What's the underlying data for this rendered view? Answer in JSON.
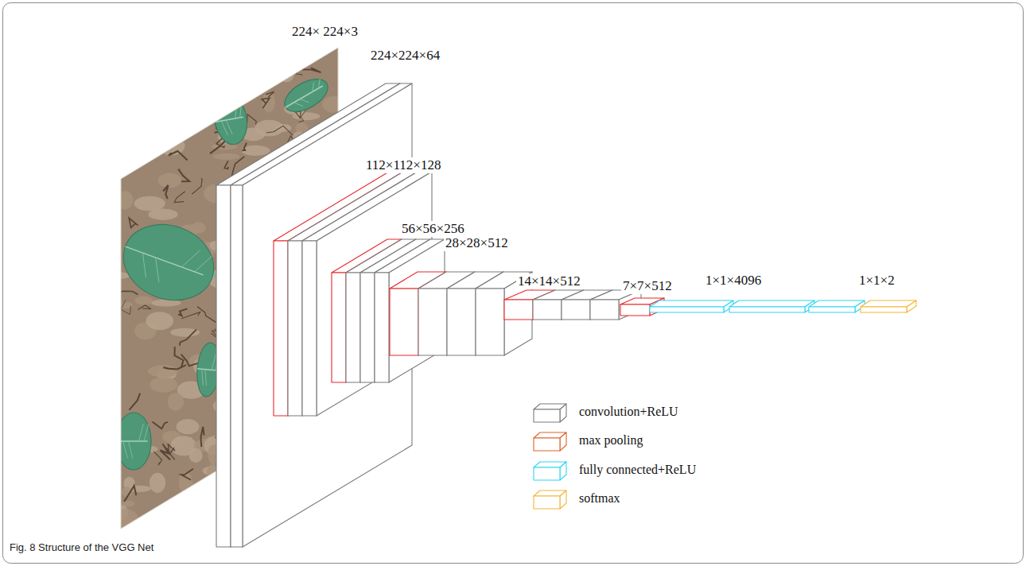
{
  "diagram": {
    "caption": "Fig. 8 Structure of the VGG Net",
    "labels": [
      "224× 224×3",
      "224×224×64",
      "112×112×128",
      "56×56×256",
      "28×28×512",
      "14×14×512",
      "7×7×512",
      "1×1×4096",
      "1×1×2"
    ],
    "legend": [
      {
        "text": "convolution+ReLU",
        "color": "#7a7a7a"
      },
      {
        "text": "max pooling",
        "color": "#e0622c"
      },
      {
        "text": "fully connected+ReLU",
        "color": "#2fd6f2"
      },
      {
        "text": "softmax",
        "color": "#f4b63a"
      }
    ]
  }
}
